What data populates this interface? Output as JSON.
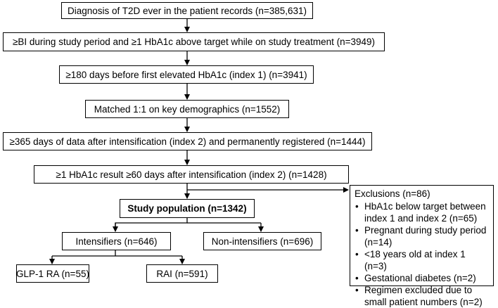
{
  "boxes": {
    "diagnosis": "Diagnosis of T2D ever in the patient records (n=385,631)",
    "bi_target": "≥BI during study period and ≥1 HbA1c above target while on study treatment (n=3949)",
    "days180": "≥180 days before first elevated HbA1c (index 1) (n=3941)",
    "matched": "Matched 1:1 on key demographics  (n=1552)",
    "days365": "≥365 days of data after intensification (index 2) and permanently registered (n=1444)",
    "hba1c_result": "≥1 HbA1c result ≥60 days after intensification (index 2) (n=1428)",
    "study_population": "Study population (n=1342)",
    "intensifiers": "Intensifiers (n=646)",
    "non_intensifiers": "Non-intensifiers (n=696)",
    "glp1": "GLP-1 RA (n=55)",
    "rai": "RAI (n=591)"
  },
  "exclusions": {
    "title": "Exclusions (n=86)",
    "items": [
      "HbA1c below target between index 1 and index 2 (n=65)",
      "Pregnant during study period (n=14)",
      "<18 years old at index 1 (n=3)",
      "Gestational diabetes (n=2)",
      "Regimen excluded due to small patient numbers (n=2)"
    ]
  }
}
